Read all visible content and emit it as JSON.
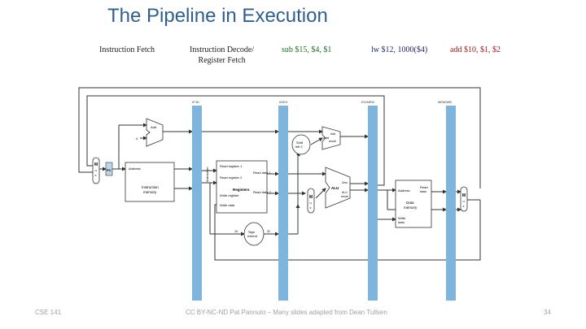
{
  "slide": {
    "title": "The Pipeline in Execution",
    "stages": [
      {
        "label": "Instruction Fetch"
      },
      {
        "label_line1": "Instruction Decode/",
        "label_line2": "Register Fetch"
      },
      {
        "label": "sub $15, $4, $1"
      },
      {
        "label": "lw $12, 1000($4)"
      },
      {
        "label": "add $10, $1, $2"
      }
    ],
    "footer": {
      "course": "CSE 141",
      "credit": "CC BY-NC-ND Pat Pannuto – Many slides adapted from Dean Tullsen",
      "page": "34"
    }
  },
  "colors": {
    "title": "#2e5f8f",
    "pipeline_register": "#7fb4dc",
    "sub": "#1e6b1e",
    "lw": "#1f2a6b",
    "add": "#a01818"
  },
  "datapath": {
    "reg_labels": [
      "IF/ID",
      "ID/EX",
      "EX/MEM",
      "MEM/WB"
    ],
    "pc": "PC",
    "mux_letters": [
      "M",
      "u",
      "x"
    ],
    "add_unit": "Add",
    "imem": {
      "l1": "Instruction",
      "l2": "memory",
      "port": "Address"
    },
    "instruction": "Instruction",
    "regfile": {
      "read_reg1": "Read register 1",
      "read_reg2": "Read register 2",
      "title": "Registers",
      "write_reg": "Write register",
      "write_data": "Write data",
      "read_data1": "Read data 1",
      "read_data2": "Read data 2"
    },
    "sign_extend": {
      "l1": "Sign",
      "l2": "extend",
      "in": "16",
      "out": "32"
    },
    "shift": {
      "l1": "Shift",
      "l2": "left 2"
    },
    "add_result": {
      "l1": "Add",
      "l2": "Add",
      "l3": "result"
    },
    "alu": {
      "zero": "Zero",
      "l1": "ALU",
      "result": "ALU",
      "result2": "result"
    },
    "dmem": {
      "address": "Address",
      "l1": "Data",
      "l2": "memory",
      "read_data": "Read",
      "read_data2": "data",
      "write_data": "Write",
      "write_data2": "data"
    },
    "four": "4"
  }
}
